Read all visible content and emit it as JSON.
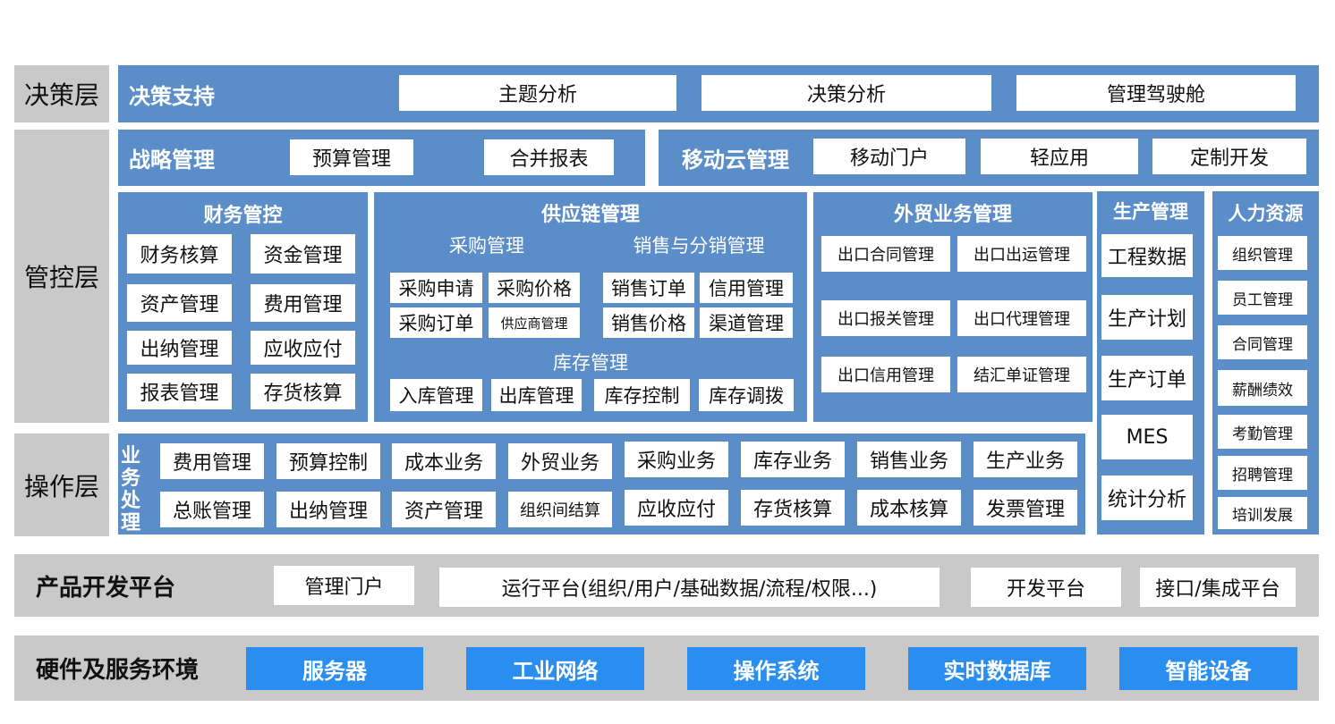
{
  "decision": {
    "layer_label": "决策层",
    "title": "决策支持",
    "items": [
      "主题分析",
      "决策分析",
      "管理驾驶舱"
    ]
  },
  "control": {
    "layer_label": "管控层",
    "strategy": {
      "title": "战略管理",
      "items": [
        "预算管理",
        "合并报表"
      ]
    },
    "mobile": {
      "title": "移动云管理",
      "items": [
        "移动门户",
        "轻应用",
        "定制开发"
      ]
    },
    "finance": {
      "title": "财务管控",
      "items": [
        "财务核算",
        "资金管理",
        "资产管理",
        "费用管理",
        "出纳管理",
        "应收应付",
        "报表管理",
        "存货核算"
      ]
    },
    "supply_chain": {
      "title": "供应链管理",
      "purchase_title": "采购管理",
      "purchase_items": [
        "采购申请",
        "采购价格",
        "采购订单",
        "供应商管理"
      ],
      "sales_title": "销售与分销管理",
      "sales_items": [
        "销售订单",
        "信用管理",
        "销售价格",
        "渠道管理"
      ],
      "inventory_title": "库存管理",
      "inventory_items": [
        "入库管理",
        "出库管理",
        "库存控制",
        "库存调拨"
      ]
    },
    "foreign_trade": {
      "title": "外贸业务管理",
      "items": [
        "出口合同管理",
        "出口出运管理",
        "出口报关管理",
        "出口代理管理",
        "出口信用管理",
        "结汇单证管理"
      ]
    },
    "production": {
      "title": "生产管理",
      "items": [
        "工程数据",
        "生产计划",
        "生产订单",
        "MES",
        "统计分析"
      ]
    },
    "hr": {
      "title": "人力资源",
      "items": [
        "组织管理",
        "员工管理",
        "合同管理",
        "薪酬绩效",
        "考勤管理",
        "招聘管理",
        "培训发展"
      ]
    }
  },
  "operation": {
    "layer_label": "操作层",
    "vertical_title": [
      "业",
      "务",
      "处",
      "理"
    ],
    "row1": [
      "费用管理",
      "预算控制",
      "成本业务",
      "外贸业务",
      "采购业务",
      "库存业务",
      "销售业务",
      "生产业务"
    ],
    "row2": [
      "总账管理",
      "出纳管理",
      "资产管理",
      "组织间结算",
      "应收应付",
      "存货核算",
      "成本核算",
      "发票管理"
    ]
  },
  "platform": {
    "title": "产品开发平台",
    "items": [
      "管理门户",
      "运行平台(组织/用户/基础数据/流程/权限...)",
      "开发平台",
      "接口/集成平台"
    ]
  },
  "hardware": {
    "title": "硬件及服务环境",
    "items": [
      "服务器",
      "工业网络",
      "操作系统",
      "实时数据库",
      "智能设备"
    ]
  },
  "colors": {
    "panel_blue": "#5b8ec9",
    "label_gray": "#c9c9c9",
    "hardware_blue": "#2a8ef0"
  }
}
